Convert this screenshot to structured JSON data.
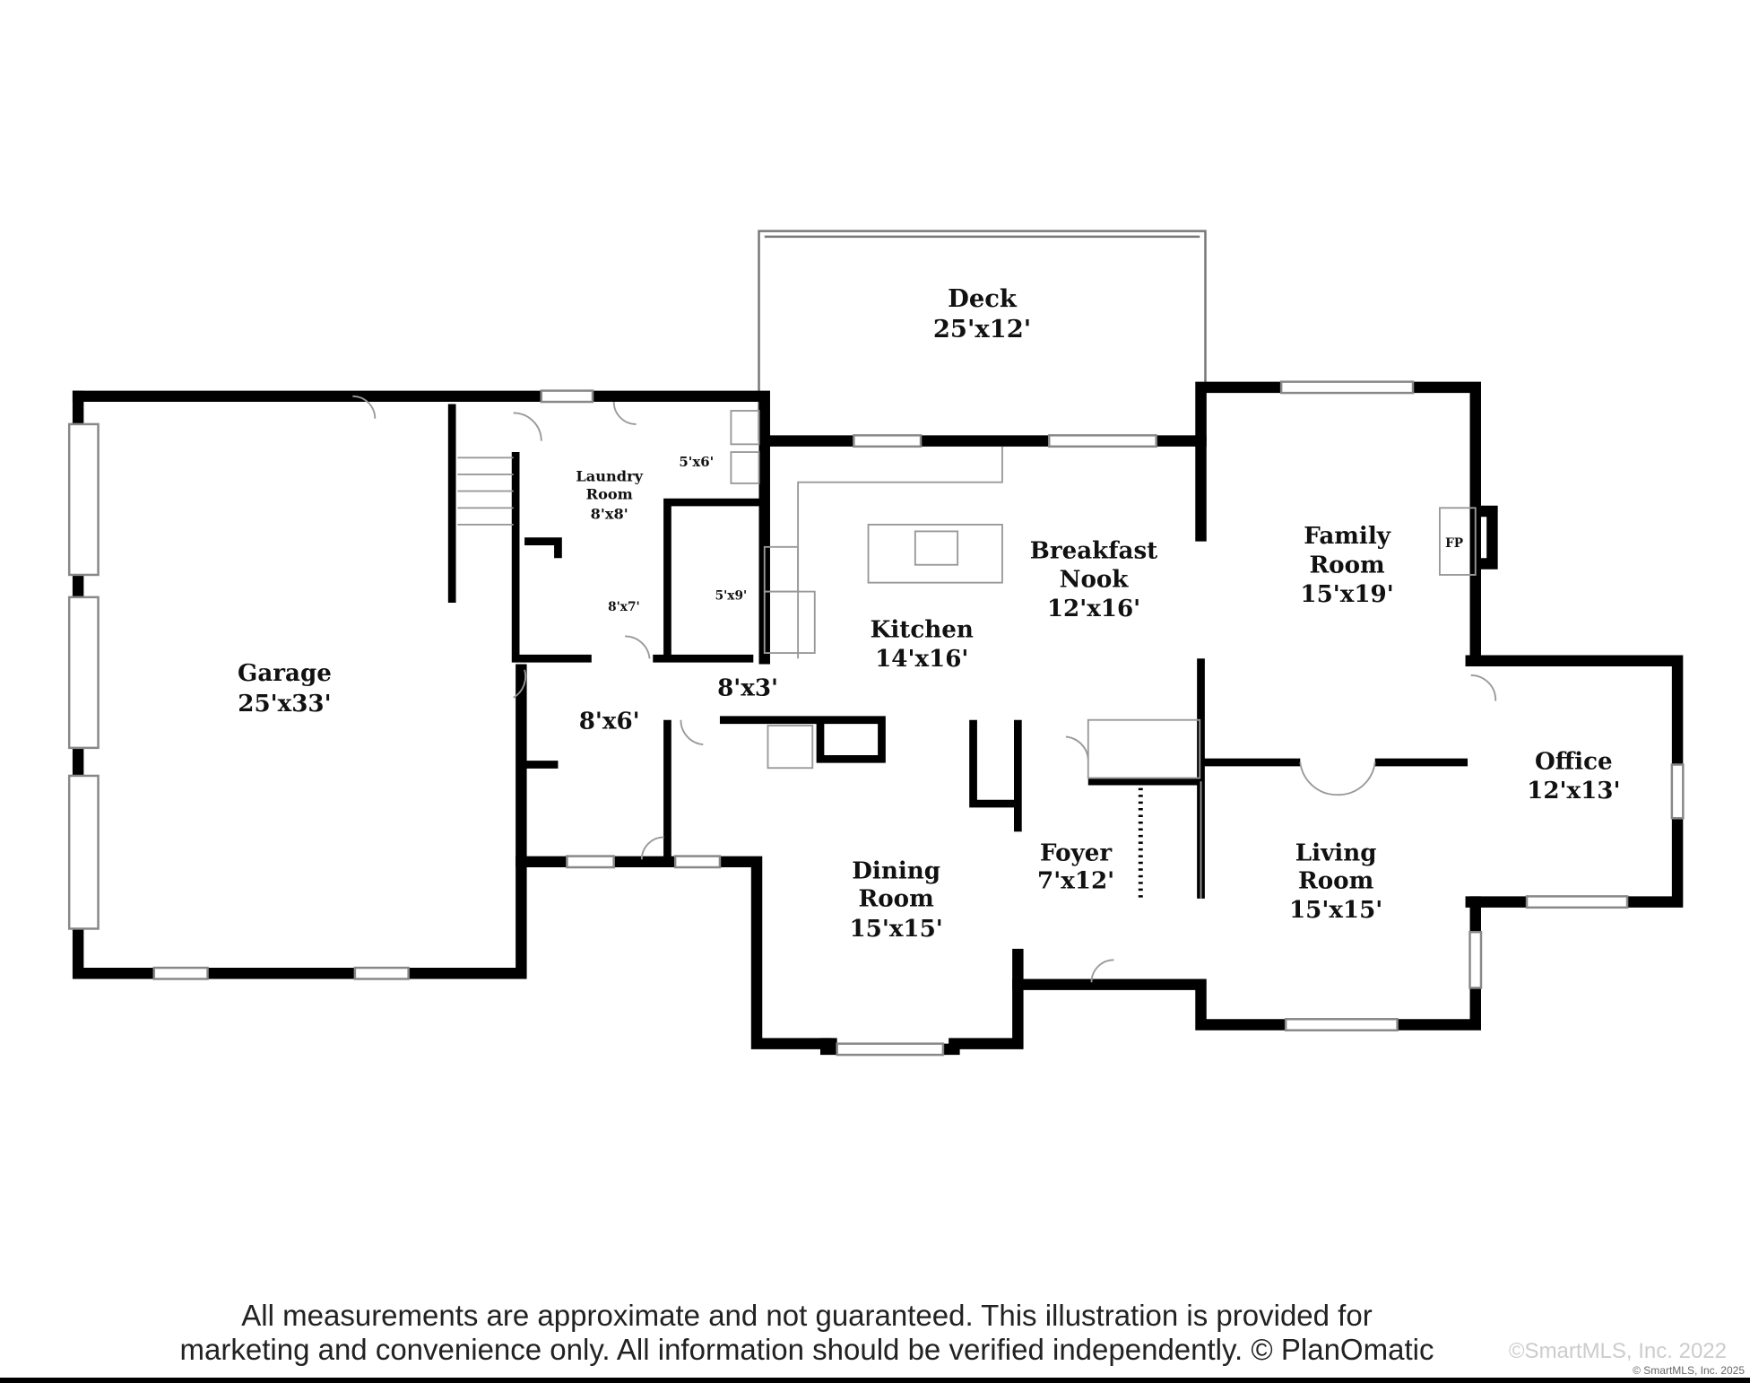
{
  "rooms": {
    "deck": {
      "name": "Deck",
      "size": "25'x12'"
    },
    "garage": {
      "name": "Garage",
      "size": "25'x33'"
    },
    "laundry": {
      "name1": "Laundry",
      "name2": "Room",
      "size": "8'x8'"
    },
    "r5x6": "5'x6'",
    "r8x7": "8'x7'",
    "r5x9": "5'x9'",
    "r8x3": "8'x3'",
    "r8x6": "8'x6'",
    "kitchen": {
      "name": "Kitchen",
      "size": "14'x16'"
    },
    "nook": {
      "name1": "Breakfast",
      "name2": "Nook",
      "size": "12'x16'"
    },
    "family": {
      "name1": "Family",
      "name2": "Room",
      "size": "15'x19'"
    },
    "fp": "FP",
    "office": {
      "name": "Office",
      "size": "12'x13'"
    },
    "living": {
      "name1": "Living",
      "name2": "Room",
      "size": "15'x15'"
    },
    "foyer": {
      "name": "Foyer",
      "size": "7'x12'"
    },
    "dining": {
      "name1": "Dining",
      "name2": "Room",
      "size": "15'x15'"
    }
  },
  "footer": {
    "line1": "All measurements are approximate and not guaranteed. This illustration is provided for",
    "line2": "marketing and convenience only. All information should be verified independently. © PlanOmatic",
    "watermark": "©SmartMLS, Inc. 2022",
    "watermark2": "© SmartMLS, Inc. 2025"
  }
}
